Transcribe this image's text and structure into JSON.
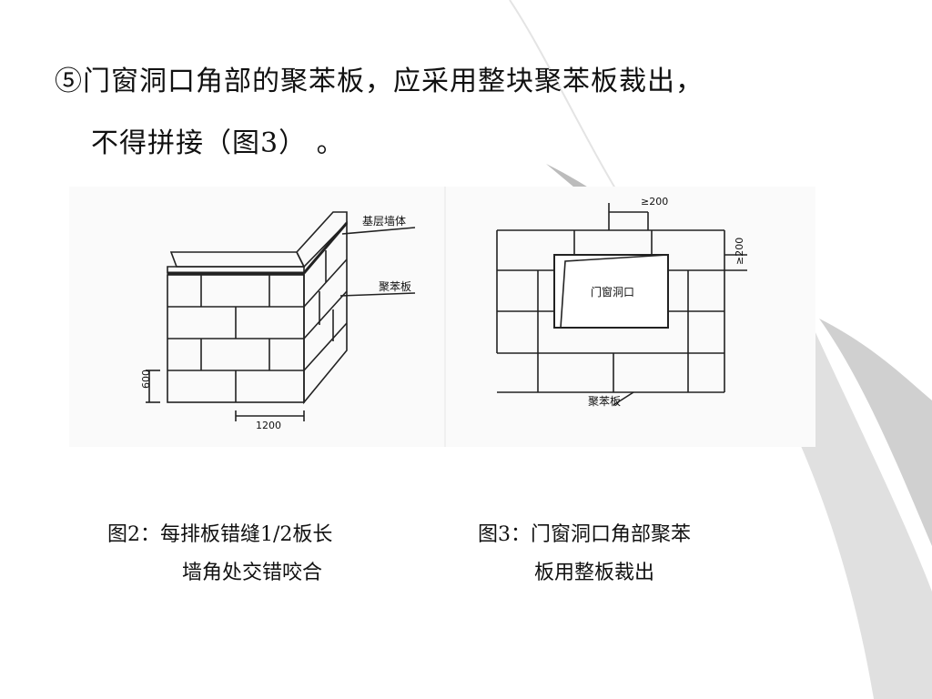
{
  "slide": {
    "line1": "⑤门窗洞口角部的聚苯板，应采用整块聚苯板裁出，",
    "line2": "不得拼接（图3）  。"
  },
  "figure2": {
    "label_wall": "基层墙体",
    "label_board": "聚苯板",
    "dim_height": "600",
    "dim_width": "1200"
  },
  "figure3": {
    "label_opening": "门窗洞口",
    "label_board": "聚苯板",
    "dim_top": "≥200",
    "dim_side": "≥200"
  },
  "captions": {
    "fig2_line1": "图2：每排板错缝1/2板长",
    "fig2_line2": "墙角处交错咬合",
    "fig3_line1": "图3：门窗洞口角部聚苯",
    "fig3_line2": "板用整板裁出"
  },
  "colors": {
    "background": "#ffffff",
    "swoosh": "#dcdcdc",
    "ink": "#111111"
  }
}
